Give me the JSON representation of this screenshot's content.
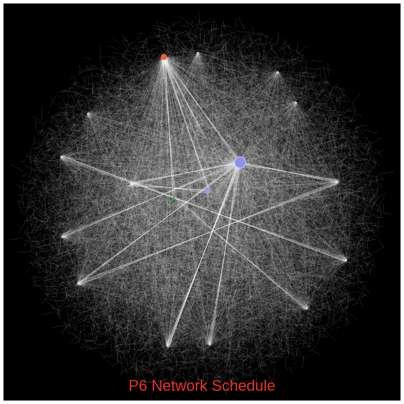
{
  "caption": {
    "text": "P6 Network Schedule",
    "color": "#e8342a"
  },
  "colors": {
    "background": "#000000",
    "frame_border": "#ffffff",
    "edges": "#ffffff"
  },
  "highlighted_nodes": [
    {
      "kind": "orange-node",
      "color": "#e8603a"
    },
    {
      "kind": "large-blue-node",
      "color": "#8f8fe8"
    },
    {
      "kind": "small-blue-node",
      "color": "#9c9ce6"
    },
    {
      "kind": "green-node",
      "color": "#3fae3f"
    }
  ]
}
